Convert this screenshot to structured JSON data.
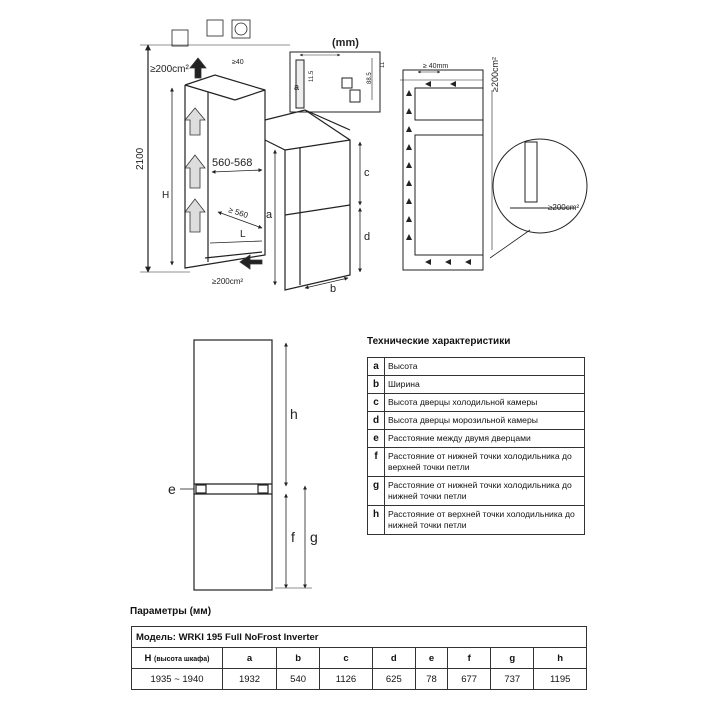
{
  "diagram": {
    "unit_label": "(mm)",
    "vent_top": "≥200cm²",
    "vent_bottom": "≥200cm²",
    "vent_right": "≥200cm²",
    "vent_detail": "≥200cm²",
    "height_total": "2100",
    "niche_width": "560-568",
    "niche_depth": "≥ 560",
    "depth_gap": "≥40",
    "right_gap": "≥ 40mm",
    "dim_11_5": "11.5",
    "dim_88_5": "88.5",
    "dim_11": "11",
    "letters": {
      "H": "H",
      "L": "L",
      "a": "a",
      "b": "b",
      "c": "c",
      "d": "d",
      "e": "e",
      "f": "f",
      "g": "g",
      "h": "h"
    }
  },
  "spec": {
    "title": "Технические характеристики",
    "rows": [
      {
        "key": "a",
        "text": "Высота"
      },
      {
        "key": "b",
        "text": "Ширина"
      },
      {
        "key": "c",
        "text": "Высота дверцы холодильной камеры"
      },
      {
        "key": "d",
        "text": "Высота дверцы морозильной камеры"
      },
      {
        "key": "e",
        "text": "Расстояние между двумя дверцами"
      },
      {
        "key": "f",
        "text": "Расстояние от нижней точки холодильника до верхней точки петли"
      },
      {
        "key": "g",
        "text": "Расстояние от нижней точки холодильника до нижней точки петли"
      },
      {
        "key": "h",
        "text": "Расстояние от верхней точки холодильника до нижней точки петли"
      }
    ]
  },
  "params": {
    "title": "Параметры (мм)",
    "model": "Модель: WRKI 195 Full NoFrost Inverter",
    "header": {
      "H_main": "H",
      "H_sub": "(высота шкафа)",
      "cols": [
        "a",
        "b",
        "c",
        "d",
        "e",
        "f",
        "g",
        "h"
      ]
    },
    "values": {
      "H": "1935 ~ 1940",
      "cols": [
        "1932",
        "540",
        "1126",
        "625",
        "78",
        "677",
        "737",
        "1195"
      ]
    }
  }
}
